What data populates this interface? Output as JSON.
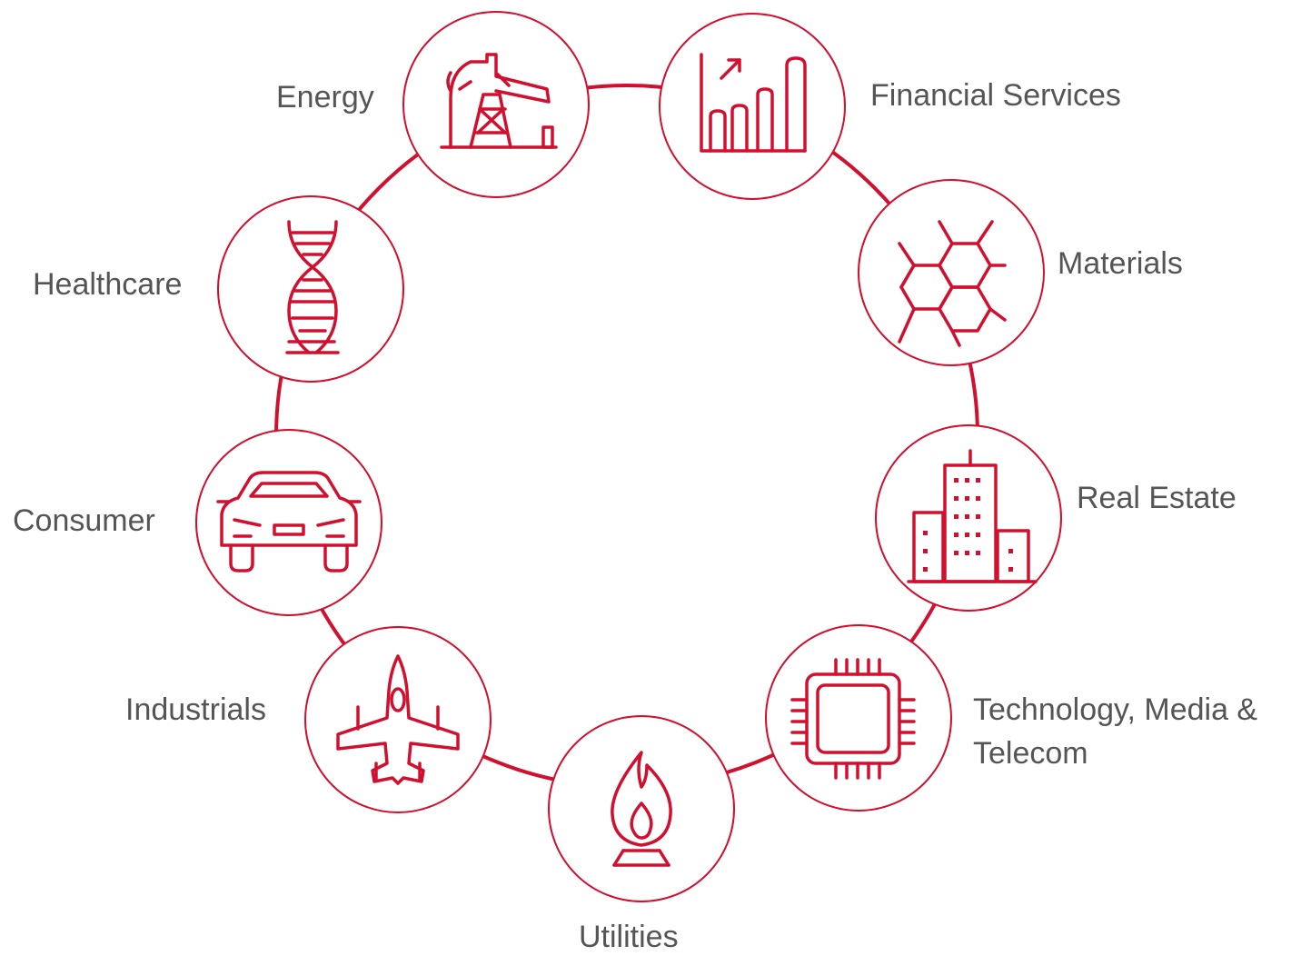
{
  "colors": {
    "accent": "#d0102e",
    "text": "#555555",
    "background": "#ffffff"
  },
  "nodes": [
    {
      "id": "energy",
      "label": "Energy",
      "icon": "oil-pump-icon"
    },
    {
      "id": "financial",
      "label": "Financial Services",
      "icon": "bar-chart-icon"
    },
    {
      "id": "materials",
      "label": "Materials",
      "icon": "hexagon-lattice-icon"
    },
    {
      "id": "realestate",
      "label": "Real Estate",
      "icon": "buildings-icon"
    },
    {
      "id": "tmt",
      "label_line1": "Technology, Media &",
      "label_line2": "Telecom",
      "icon": "microchip-icon"
    },
    {
      "id": "utilities",
      "label": "Utilities",
      "icon": "flame-icon"
    },
    {
      "id": "industrials",
      "label": "Industrials",
      "icon": "fighter-jet-icon"
    },
    {
      "id": "consumer",
      "label": "Consumer",
      "icon": "car-icon"
    },
    {
      "id": "healthcare",
      "label": "Healthcare",
      "icon": "dna-icon"
    }
  ]
}
